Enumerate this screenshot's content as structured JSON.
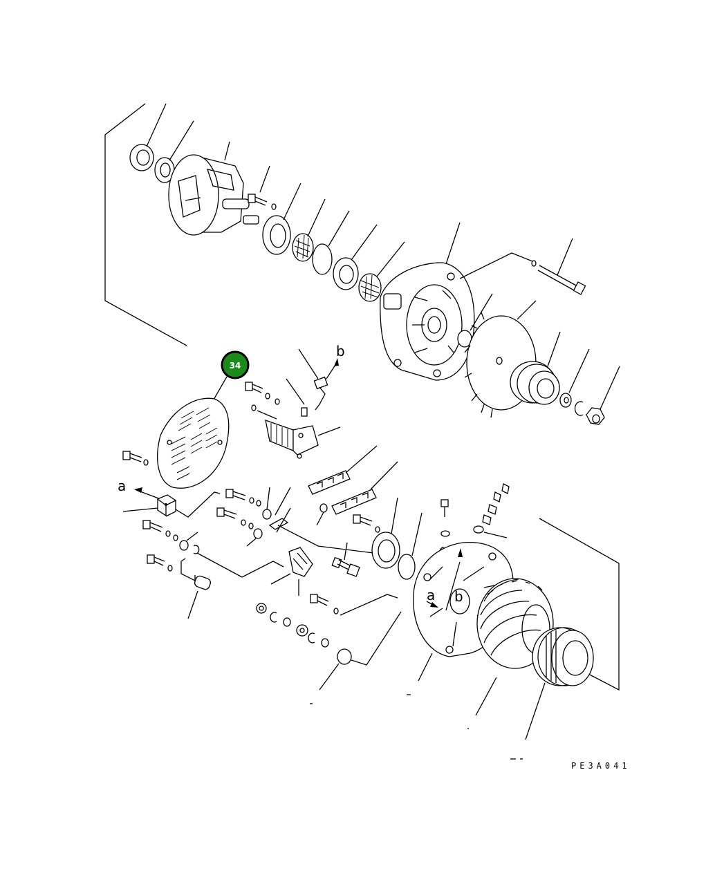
{
  "figure_code": "PE3A041",
  "callout": {
    "number": "34",
    "color": "#1a8a1a",
    "ring_color": "#000000"
  },
  "labels": {
    "a_left": "a",
    "b_top": "b",
    "a_housing": "a",
    "b_housing": "b"
  }
}
